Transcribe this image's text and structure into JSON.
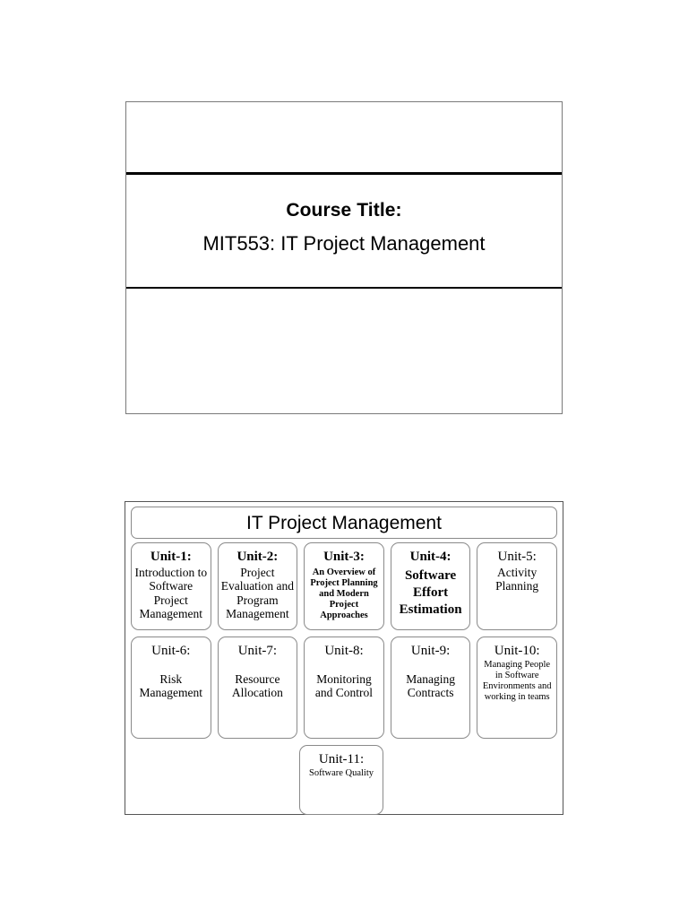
{
  "slide_one": {
    "course_title_label": "Course Title:",
    "course_title_value": "MIT553: IT Project Management"
  },
  "slide_two": {
    "header": "IT Project Management",
    "units": [
      {
        "label": "Unit-1:",
        "desc": "Introduction to Software Project Management",
        "label_weight": "bold",
        "desc_style": "sz-normal",
        "desc_gap": "gap-tight"
      },
      {
        "label": "Unit-2:",
        "desc": "Project Evaluation and Program Management",
        "label_weight": "bold",
        "desc_style": "sz-normal",
        "desc_gap": "gap-tight"
      },
      {
        "label": "Unit-3:",
        "desc": "An Overview of Project Planning and Modern Project Approaches",
        "label_weight": "bold",
        "desc_style": "sz-small-bold",
        "desc_gap": "gap-small"
      },
      {
        "label": "Unit-4:",
        "desc": "Software Effort Estimation",
        "label_weight": "bold",
        "desc_style": "sz-big-bold",
        "desc_gap": "gap-small"
      },
      {
        "label": "Unit-5:",
        "desc": "Activity Planning",
        "label_weight": "plain",
        "desc_style": "sz-normal",
        "desc_gap": "gap-tight"
      },
      {
        "label": "Unit-6:",
        "desc": "Risk Management",
        "label_weight": "plain",
        "desc_style": "sz-normal",
        "desc_gap": "gap-top"
      },
      {
        "label": "Unit-7:",
        "desc": "Resource Allocation",
        "label_weight": "plain",
        "desc_style": "sz-normal",
        "desc_gap": "gap-top"
      },
      {
        "label": "Unit-8:",
        "desc": "Monitoring and Control",
        "label_weight": "plain",
        "desc_style": "sz-normal",
        "desc_gap": "gap-top"
      },
      {
        "label": "Unit-9:",
        "desc": "Managing Contracts",
        "label_weight": "plain",
        "desc_style": "sz-normal",
        "desc_gap": "gap-top"
      },
      {
        "label": "Unit-10:",
        "desc": "Managing People in Software Environments and working in teams",
        "label_weight": "plain",
        "desc_style": "sz-small",
        "desc_gap": "gap-tight"
      },
      {
        "label": "Unit-11:",
        "desc": "Software Quality",
        "label_weight": "plain",
        "desc_style": "sz-small",
        "desc_gap": "gap-tight"
      }
    ]
  },
  "colors": {
    "page_background": "#ffffff",
    "text": "#000000",
    "box_border": "#8a8a8a",
    "frame_border": "#555555",
    "rule": "#000000"
  }
}
